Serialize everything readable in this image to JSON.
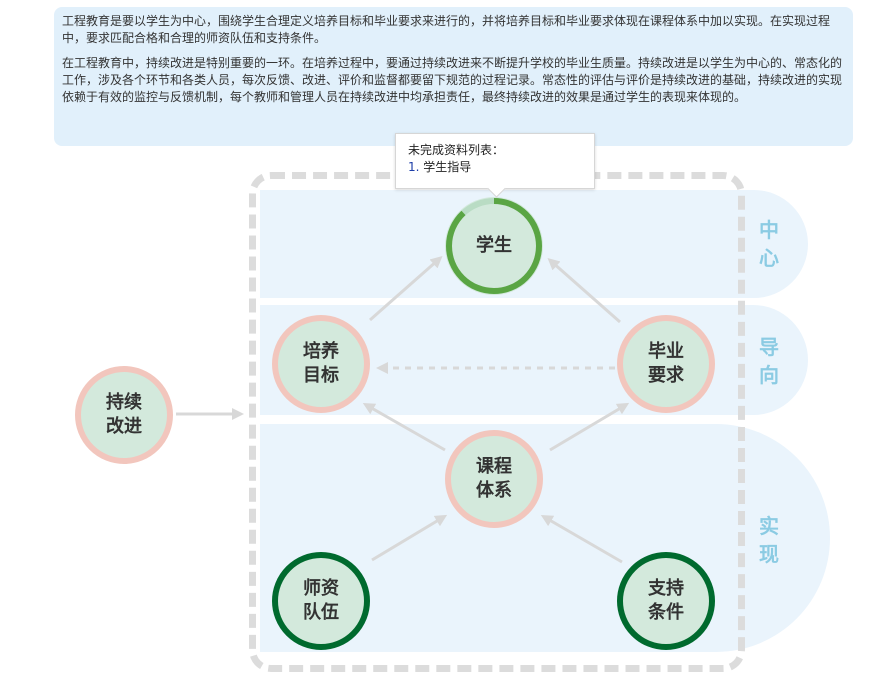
{
  "intro": {
    "paragraph_1": "工程教育是要以学生为中心，围绕学生合理定义培养目标和毕业要求来进行的，并将培养目标和毕业要求体现在课程体系中加以实现。在实现过程中，要求匹配合格和合理的师资队伍和支持条件。",
    "paragraph_2": "在工程教育中，持续改进是特别重要的一环。在培养过程中，要通过持续改进来不断提升学校的毕业生质量。持续改进是以学生为中心的、常态化的工作，涉及各个环节和各类人员，每次反馈、改进、评价和监督都要留下规范的过程记录。常态性的评估与评价是持续改进的基础，持续改进的实现依赖于有效的监控与反馈机制，每个教师和管理人员在持续改进中均承担责任，最终持续改进的效果是通过学生的表现来体现的。"
  },
  "tooltip": {
    "title": "未完成资料列表：",
    "items": [
      {
        "num": "1.",
        "label": "学生指导"
      }
    ]
  },
  "bands": [
    {
      "label_1": "中",
      "label_2": "心"
    },
    {
      "label_1": "导",
      "label_2": "向"
    },
    {
      "label_1": "实",
      "label_2": "现"
    }
  ],
  "nodes": {
    "student": {
      "label": "学生",
      "progress": 0.88
    },
    "objectives": {
      "line_1": "培养",
      "line_2": "目标"
    },
    "requirements": {
      "line_1": "毕业",
      "line_2": "要求"
    },
    "curriculum": {
      "line_1": "课程",
      "line_2": "体系"
    },
    "faculty": {
      "line_1": "师资",
      "line_2": "队伍"
    },
    "support": {
      "line_1": "支持",
      "line_2": "条件"
    },
    "improvement": {
      "line_1": "持续",
      "line_2": "改进"
    }
  },
  "colors": {
    "node_fill": "#d3e9dc",
    "pink_ring": "#f2c6bd",
    "dark_green_ring": "#006a2e",
    "progress_green": "#5aa544",
    "progress_track": "#b9dcc4",
    "band_label": "#8bcbe3",
    "arrow": "#d8d8d8"
  }
}
